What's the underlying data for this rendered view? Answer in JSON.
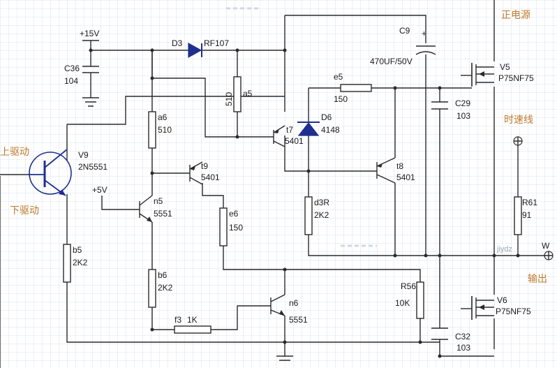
{
  "supply": {
    "v15": "+15V",
    "v5": "+5V"
  },
  "cn": {
    "pos_supply": "正电源",
    "speed_line": "时速线",
    "upper_drive": "上驱动",
    "lower_drive": "下驱动",
    "output": "输出"
  },
  "terminal_w": "W",
  "watermark": "jiydz",
  "components": {
    "c36": {
      "ref": "C36",
      "value": "104"
    },
    "d3": {
      "ref": "D3",
      "value": "RF107"
    },
    "c9": {
      "ref": "C9",
      "value": "470UF/50V",
      "polarity": "+"
    },
    "a5": {
      "ref": "a5",
      "value": "510"
    },
    "a6": {
      "ref": "a6",
      "value": "510"
    },
    "e5": {
      "ref": "e5",
      "value": "150"
    },
    "d6": {
      "ref": "D6",
      "value": "4148"
    },
    "t7": {
      "ref": "t7",
      "value": "5401"
    },
    "t9": {
      "ref": "t9",
      "value": "5401"
    },
    "t8": {
      "ref": "t8",
      "value": "5401"
    },
    "v9": {
      "ref": "V9",
      "value": "2N5551"
    },
    "n5": {
      "ref": "n5",
      "value": "5551"
    },
    "e6": {
      "ref": "e6",
      "value": "150"
    },
    "d3r": {
      "ref": "d3R",
      "value": "2K2"
    },
    "b5": {
      "ref": "b5",
      "value": "2K2"
    },
    "b6": {
      "ref": "b6",
      "value": "2K2"
    },
    "f3": {
      "ref": "f3",
      "value": "1K"
    },
    "n6": {
      "ref": "n6",
      "value": "5551"
    },
    "r56": {
      "ref": "R56",
      "value": "10K"
    },
    "v5": {
      "ref": "V5",
      "value": "P75NF75"
    },
    "c29": {
      "ref": "C29",
      "value": "103"
    },
    "v6": {
      "ref": "V6",
      "value": "P75NF75"
    },
    "c32": {
      "ref": "C32",
      "value": "103"
    },
    "r61": {
      "ref": "R61",
      "value": "91"
    }
  },
  "colors": {
    "grid": "#cfd8e6",
    "wire": "#2a2a2a",
    "chinese_label": "#c07a2c",
    "diode_fill": "#1f2f8f"
  }
}
